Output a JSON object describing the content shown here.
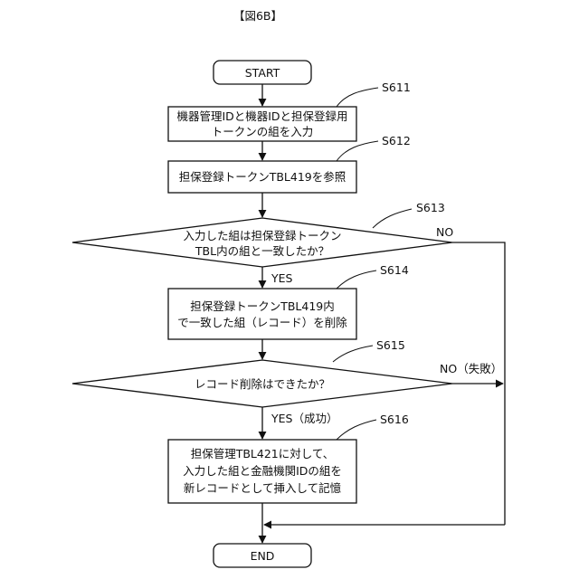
{
  "figure_label": "【図6B】",
  "terminals": {
    "start": "START",
    "end": "END"
  },
  "steps": {
    "s611": {
      "ref": "S611",
      "lines": [
        "機器管理IDと機器IDと担保登録用",
        "トークンの組を入力"
      ]
    },
    "s612": {
      "ref": "S612",
      "lines": [
        "担保登録トークンTBL419を参照"
      ]
    },
    "s613": {
      "ref": "S613",
      "lines": [
        "入力した組は担保登録トークン",
        "TBL内の組と一致したか？"
      ],
      "yes": "YES",
      "no": "NO"
    },
    "s614": {
      "ref": "S614",
      "lines": [
        "担保登録トークンTBL419内",
        "で一致した組（レコード）を削除"
      ]
    },
    "s615": {
      "ref": "S615",
      "lines": [
        "レコード削除はできたか？"
      ],
      "yes": "YES（成功）",
      "no": "NO（失敗）"
    },
    "s616": {
      "ref": "S616",
      "lines": [
        "担保管理TBL421に対して、",
        "入力した組と金融機関IDの組を",
        "新レコードとして挿入して記憶"
      ]
    }
  }
}
